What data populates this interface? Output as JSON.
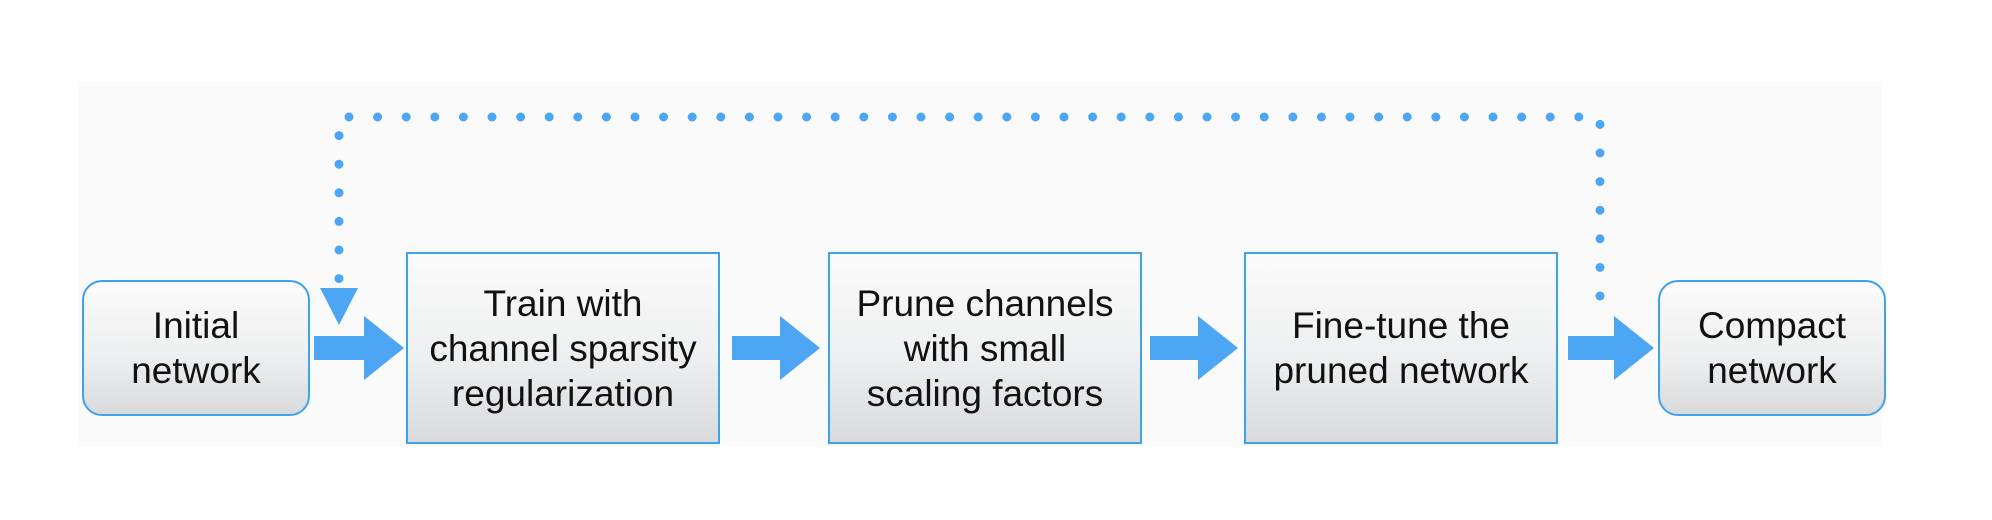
{
  "diagram": {
    "steps": [
      {
        "id": "initial",
        "label": "Initial\nnetwork"
      },
      {
        "id": "train",
        "label": "Train with\nchannel sparsity\nregularization"
      },
      {
        "id": "prune",
        "label": "Prune channels\nwith small\nscaling factors"
      },
      {
        "id": "finetune",
        "label": "Fine-tune the\npruned network"
      },
      {
        "id": "compact",
        "label": "Compact\nnetwork"
      }
    ],
    "edges": [
      {
        "from": "initial",
        "to": "train",
        "style": "solid"
      },
      {
        "from": "train",
        "to": "prune",
        "style": "solid"
      },
      {
        "from": "prune",
        "to": "finetune",
        "style": "solid"
      },
      {
        "from": "finetune",
        "to": "compact",
        "style": "solid"
      },
      {
        "from": "finetune",
        "to": "train",
        "style": "dotted"
      }
    ],
    "colors": {
      "accent": "#4da6f4",
      "border": "#3fa2ef",
      "panel": "#fafafa"
    }
  }
}
